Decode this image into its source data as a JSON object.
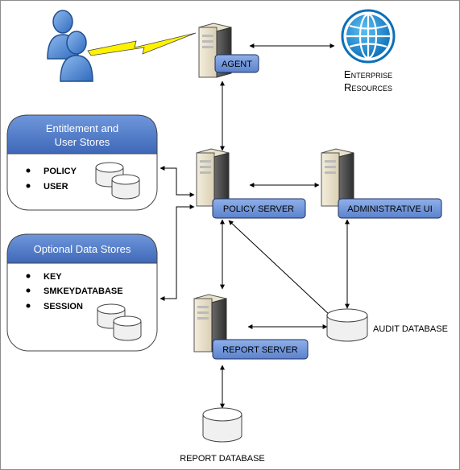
{
  "nodes": {
    "agent": {
      "label": "AGENT"
    },
    "policy_server": {
      "label": "POLICY SERVER"
    },
    "admin_ui": {
      "label": "ADMINISTRATIVE UI"
    },
    "report_server": {
      "label": "REPORT SERVER"
    },
    "enterprise_resources": {
      "line1": "Enterprise",
      "line2": "Resources"
    },
    "audit_database": {
      "label": "AUDIT DATABASE"
    },
    "report_database": {
      "label": "REPORT DATABASE"
    }
  },
  "stores": {
    "entitlement": {
      "title_line1": "Entitlement and",
      "title_line2": "User Stores",
      "items": [
        "POLICY",
        "USER"
      ]
    },
    "optional": {
      "title": "Optional Data Stores",
      "items": [
        "KEY",
        "SMKEYDATABASE",
        "SESSION"
      ]
    }
  },
  "colors": {
    "label_fill": "#6f93d6",
    "panel_header": "#4a74c2",
    "globe": "#1a8fd6",
    "user_icon": "#3b7fcf",
    "lightning": "#fff200"
  },
  "icons": [
    "users-icon",
    "lightning-icon",
    "server-icon",
    "globe-icon",
    "database-icon"
  ]
}
